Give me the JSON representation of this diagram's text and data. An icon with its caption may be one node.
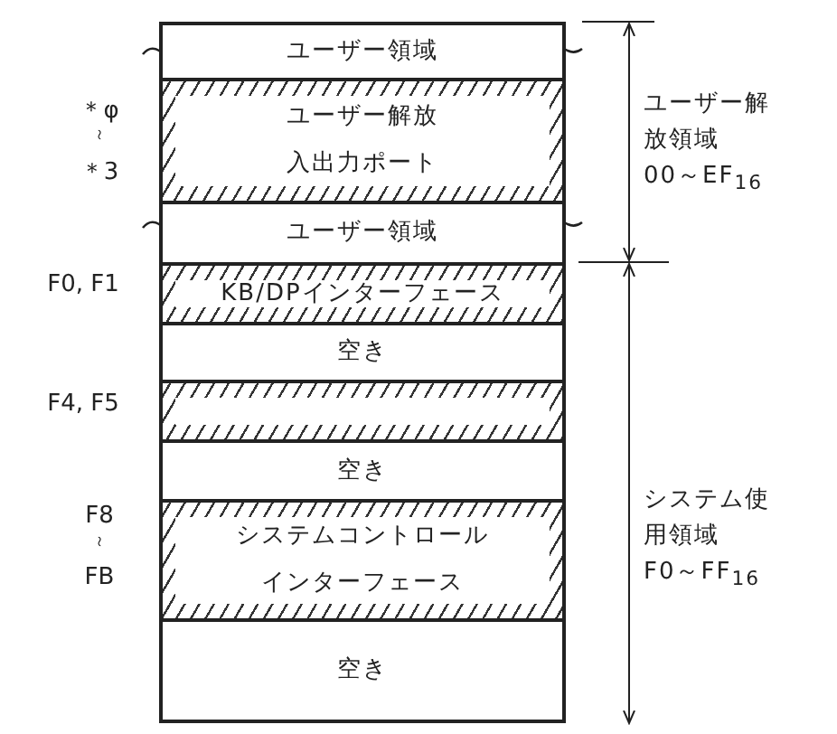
{
  "diagram": {
    "nodes": [
      {
        "text": [
          "ユーザー領域"
        ]
      },
      {
        "text": [
          "ユーザー解放入出力ポート"
        ]
      },
      {
        "text": [
          "ユーザー領域"
        ]
      },
      {
        "text": [
          "KB/DPインターフェース"
        ]
      },
      {
        "text": [
          "空き"
        ]
      },
      {
        "text": [],
        "shape": "box"
      },
      {
        "text": [
          "空き"
        ]
      },
      {
        "text": [
          "システムコントロールインターフェース"
        ]
      },
      {
        "text": [
          "空き"
        ]
      }
    ],
    "labels": [
      "＊φ",
      "～",
      "＊3",
      "ユーザー解放領域",
      "00～EF$_{16}$",
      "F0, F1",
      "F4, F5",
      "F8",
      "～",
      "FB",
      "システム使用領域",
      "F0～FF$_{16}$"
    ]
  }
}
